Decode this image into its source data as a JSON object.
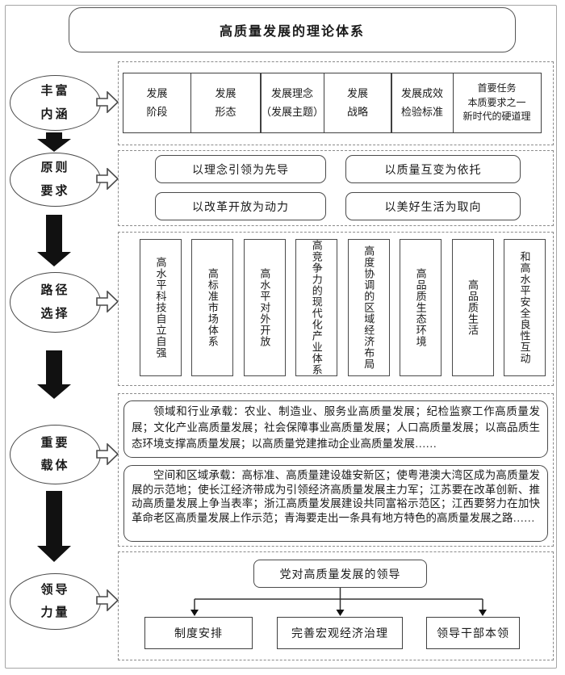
{
  "title": "高质量发展的理论体系",
  "rows": [
    {
      "label": "丰富\n内涵",
      "cells": [
        "发展\n阶段",
        "发展\n形态",
        "发展理念\n（发展主题）",
        "发展\n战略",
        "发展成效\n检验标准",
        "首要任务\n本质要求之一\n新时代的硬道理"
      ]
    },
    {
      "label": "原则\n要求",
      "items": [
        "以理念引领为先导",
        "以质量互变为依托",
        "以改革开放为动力",
        "以美好生活为取向"
      ]
    },
    {
      "label": "路径\n选择",
      "paths": [
        "高水平科技自立自强",
        "高标准市场体系",
        "高水平对外开放",
        "高竞争力的现代化产业体系",
        "高度协调的区域经济布局",
        "高品质生态环境",
        "高品质生活",
        "和高水平安全良性互动"
      ]
    },
    {
      "label": "重要\n载体",
      "carriers": [
        "领域和行业承载：农业、制造业、服务业高质量发展；纪检监察工作高质量发展；文化产业高质量发展；社会保障事业高质量发展；人口高质量发展；以高品质生态环境支撑高质量发展；以高质量党建推动企业高质量发展……",
        "空间和区域承载：高标准、高质量建设雄安新区；使粤港澳大湾区成为高质量发展的示范地；使长江经济带成为引领经济高质量发展主力军；江苏要在改革创新、推动高质量发展上争当表率；浙江高质量发展建设共同富裕示范区；江西要努力在加快革命老区高质量发展上作示范；青海要走出一条具有地方特色的高质量发展之路……"
      ]
    },
    {
      "label": "领导\n力量",
      "leadership": {
        "root": "党对高质量发展的领导",
        "children": [
          "制度安排",
          "完善宏观经济治理",
          "领导干部本领"
        ]
      }
    }
  ],
  "colors": {
    "stroke": "#4a4a4a",
    "arrow": "#111111",
    "dash": "#8a8a8a",
    "frame": "#a6a6a6",
    "text": "#1a1a1a"
  }
}
